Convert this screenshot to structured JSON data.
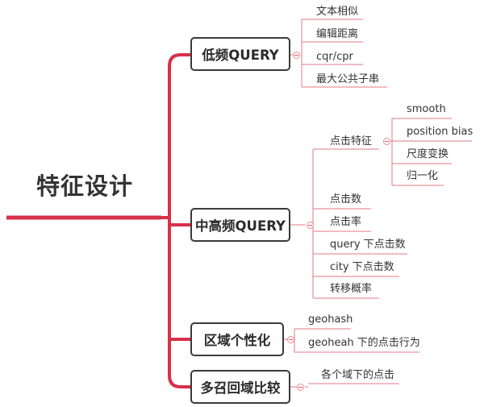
{
  "root": {
    "title": "特征设计"
  },
  "branches": [
    {
      "label": "低频QUERY",
      "children": [
        "文本相似",
        "编辑距离",
        "cqr/cpr",
        "最大公共子串"
      ]
    },
    {
      "label": "中高频QUERY",
      "children": [
        {
          "label": "点击特征",
          "children": [
            "smooth",
            "position bias",
            "尺度变换",
            "归一化"
          ]
        },
        "点击数",
        "点击率",
        "query 下点击数",
        "city 下点击数",
        "转移概率"
      ]
    },
    {
      "label": "区域个性化",
      "children": [
        "geohash",
        "geoheah 下的点击行为"
      ]
    },
    {
      "label": "多召回域比较",
      "children": [
        "各个域下的点击"
      ]
    }
  ],
  "colors": {
    "trunk": "#d9304a",
    "branch": "#e05a6a",
    "line": "#e07a86",
    "box_border": "#3a3a3a"
  }
}
